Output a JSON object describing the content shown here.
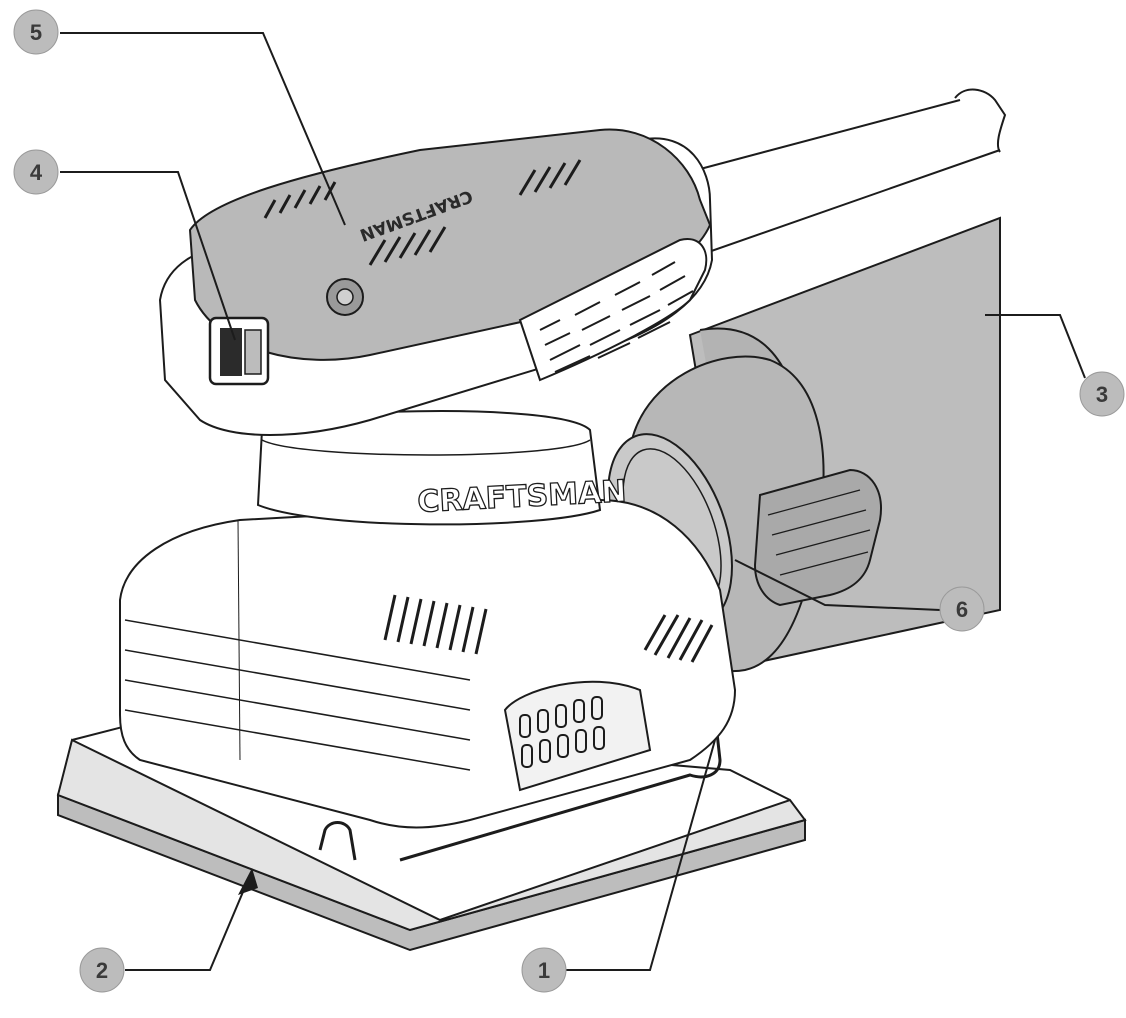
{
  "brand": {
    "body_text": "CRAFTSMAN",
    "top_text": "CRAFTSMAN"
  },
  "callouts": [
    {
      "id": "1",
      "label": "1"
    },
    {
      "id": "2",
      "label": "2"
    },
    {
      "id": "3",
      "label": "3"
    },
    {
      "id": "4",
      "label": "4"
    },
    {
      "id": "5",
      "label": "5"
    },
    {
      "id": "6",
      "label": "6"
    }
  ],
  "colors": {
    "body_gray": "#b9b9b9",
    "light_gray": "#d6d6d6",
    "pad_gray": "#c8c8c8",
    "outline": "#1c1c1c",
    "bubble": "#bcbcbc",
    "background": "#ffffff"
  }
}
